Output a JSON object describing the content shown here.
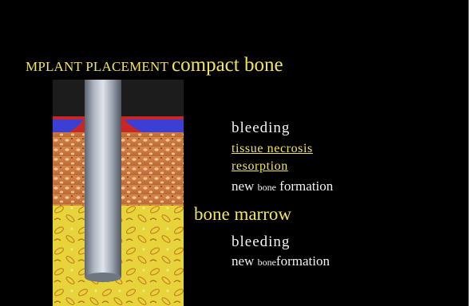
{
  "title": {
    "prefix": "MPLANT PLACEMENT",
    "main": "compact bone"
  },
  "compact_bone_effects": [
    "bleeding",
    "tissue necrosis",
    "resorption"
  ],
  "compact_new_bone": {
    "a": "new",
    "b": "bone",
    "c": "formation"
  },
  "marrow_heading": "bone marrow",
  "marrow_effects": [
    "bleeding"
  ],
  "marrow_new_bone": {
    "a": "new",
    "b": "bone",
    "c": "formation"
  },
  "colors": {
    "background": "#000000",
    "title": "#f2e55c",
    "body_text": "#f2f2f2",
    "soft_tissue": "#cc2a2a",
    "gingiva_blue": "#3a3fd0",
    "compact_bone": "#c7793f",
    "marrow": "#e5d23a",
    "implant": "#9ea8b4"
  }
}
